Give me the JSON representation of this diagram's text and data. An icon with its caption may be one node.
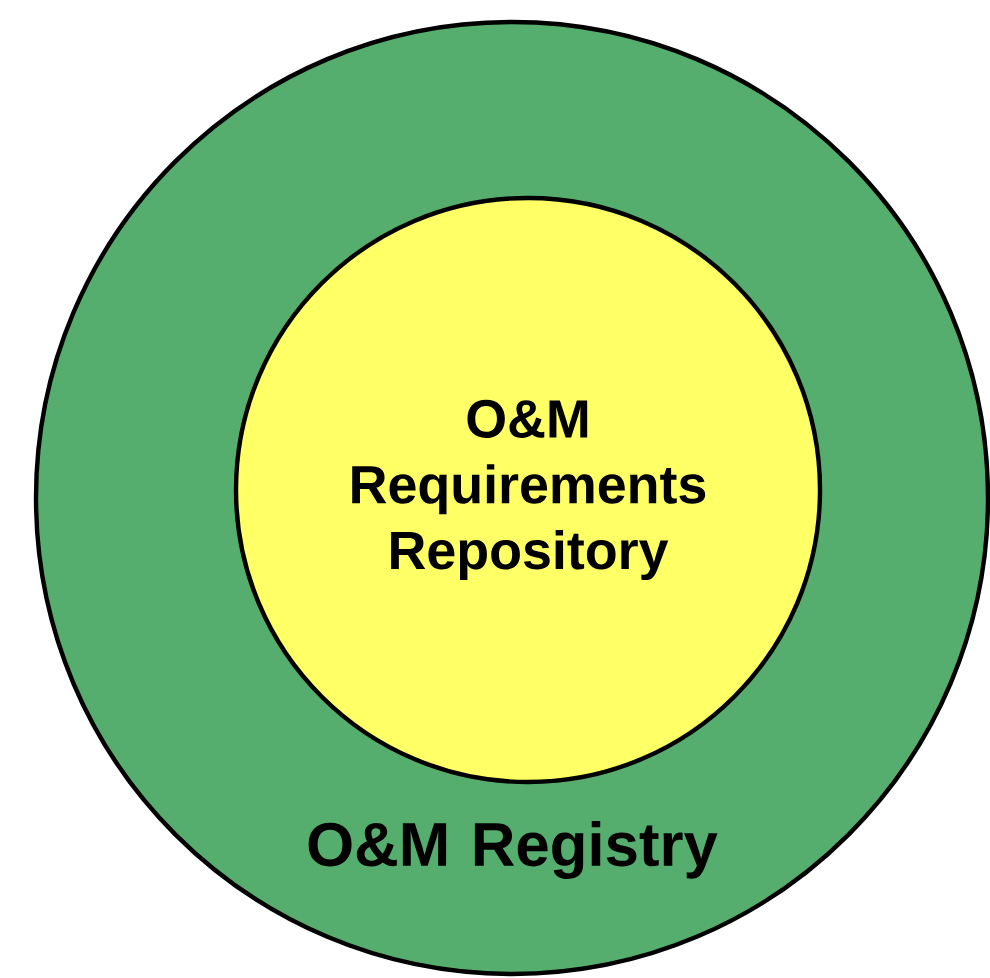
{
  "diagram": {
    "nodes": [
      {
        "text": [
          "O&M Registry"
        ]
      },
      {
        "text": [
          "O&M Requirements Repository"
        ],
        "in": 0
      }
    ]
  }
}
